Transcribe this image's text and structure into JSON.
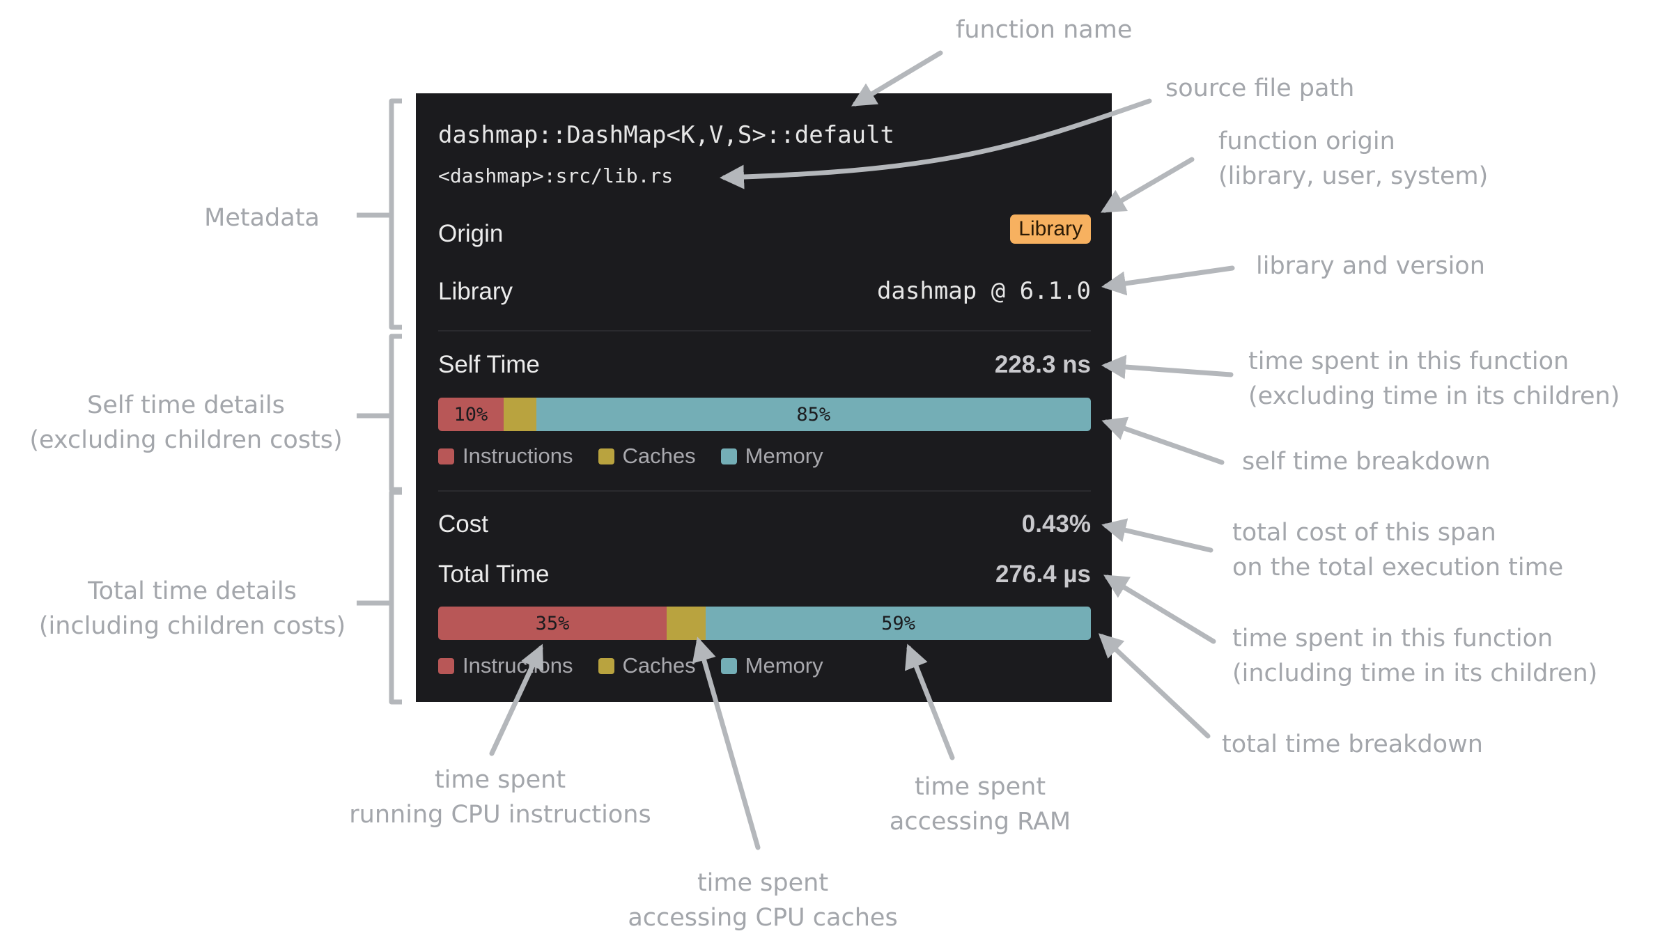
{
  "panel": {
    "function_name": "dashmap::DashMap<K,V,S>::default",
    "source_path": "<dashmap>:src/lib.rs",
    "origin_label": "Origin",
    "origin_badge": "Library",
    "library_label": "Library",
    "library_value": "dashmap @ 6.1.0",
    "self_time_label": "Self Time",
    "self_time_value": "228.3 ns",
    "self_breakdown": {
      "instructions": 10,
      "caches": 5,
      "memory": 85,
      "instructions_label": "10%",
      "memory_label": "85%"
    },
    "cost_label": "Cost",
    "cost_value": "0.43%",
    "total_time_label": "Total Time",
    "total_time_value": "276.4 µs",
    "total_breakdown": {
      "instructions": 35,
      "caches": 6,
      "memory": 59,
      "instructions_label": "35%",
      "memory_label": "59%"
    },
    "legend": [
      "Instructions",
      "Caches",
      "Memory"
    ]
  },
  "colors": {
    "panel_bg": "#1b1b1e",
    "instructions": "#b85757",
    "caches": "#b9a33f",
    "memory": "#74aeb6",
    "badge": "#f7b160",
    "annotation": "#a3a6ab"
  },
  "annotations": {
    "function_name": "function name",
    "source_file_path": "source file path",
    "function_origin": [
      "function origin",
      "(library, user, system)"
    ],
    "library_version": "library and version",
    "self_time": [
      "time spent in this function",
      "(excluding time in its children)"
    ],
    "self_breakdown": "self time breakdown",
    "cost": [
      "total cost of this span",
      "on the total execution time"
    ],
    "total_time": [
      "time spent in this function",
      "(including time in its children)"
    ],
    "total_breakdown": "total time breakdown",
    "metadata": "Metadata",
    "self_details": [
      "Self time details",
      "(excluding children costs)"
    ],
    "total_details": [
      "Total time details",
      "(including children costs)"
    ],
    "instructions": [
      "time spent",
      "running CPU instructions"
    ],
    "ram": [
      "time spent",
      "accessing RAM"
    ],
    "caches": [
      "time spent",
      "accessing CPU caches"
    ]
  }
}
